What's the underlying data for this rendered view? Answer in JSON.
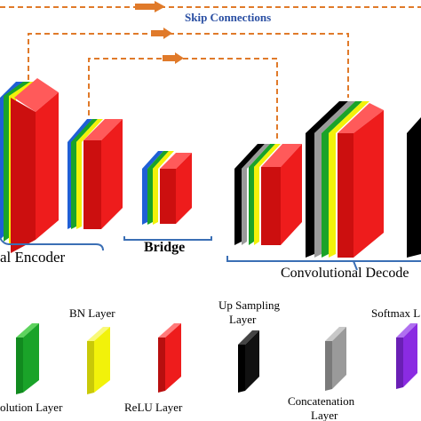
{
  "skip_label": "Skip Connections",
  "sections": {
    "encoder": "al Encoder",
    "bridge": "Bridge",
    "decoder": "Convolutional Decode"
  },
  "legend": {
    "bn": "BN Layer",
    "up_sampling": [
      "Up Sampling",
      "Layer"
    ],
    "softmax": "Softmax L",
    "convolution": "olution Layer",
    "relu": "ReLU Layer",
    "concatenation": [
      "Concatenation",
      "Layer"
    ]
  },
  "colors": {
    "skip": "#e07a2a",
    "label_blue": "#2a4fa3",
    "brace": "#3b6fb5",
    "convolution": "#1aa329",
    "bn": "#f2f20a",
    "relu": "#ee1c1c",
    "up_sampling": "#000000",
    "concatenation": "#9a9a9a",
    "softmax": "#8a2be2",
    "encoder_blue": "#1f5fd6"
  }
}
